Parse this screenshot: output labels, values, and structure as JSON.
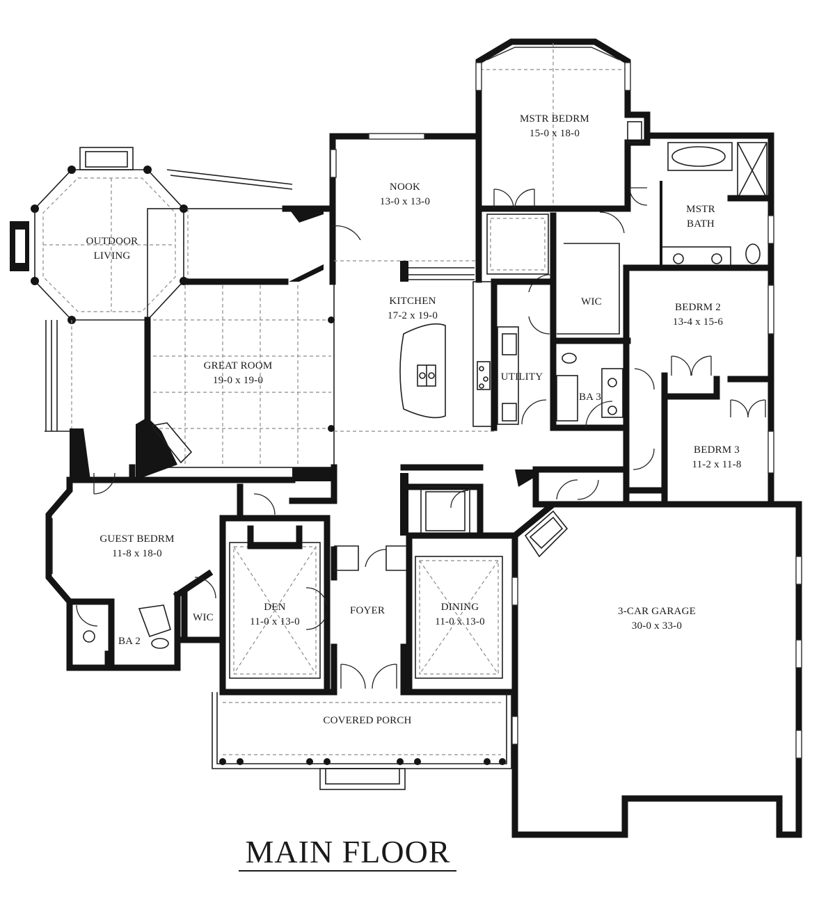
{
  "title": "MAIN FLOOR",
  "rooms": {
    "outdoor_living": {
      "name_line1": "OUTDOOR",
      "name_line2": "LIVING"
    },
    "nook": {
      "name": "NOOK",
      "size": "13-0 x 13-0"
    },
    "mstr_bedrm": {
      "name": "MSTR BEDRM",
      "size": "15-0 x 18-0"
    },
    "mstr_bath": {
      "name_line1": "MSTR",
      "name_line2": "BATH"
    },
    "kitchen": {
      "name": "KITCHEN",
      "size": "17-2 x 19-0"
    },
    "wic_master": {
      "name": "WIC"
    },
    "bedrm2": {
      "name": "BEDRM 2",
      "size": "13-4 x 15-6"
    },
    "great_room": {
      "name": "GREAT ROOM",
      "size": "19-0 x 19-0"
    },
    "utility": {
      "name": "UTILITY"
    },
    "ba3": {
      "name": "BA 3"
    },
    "bedrm3": {
      "name": "BEDRM 3",
      "size": "11-2 x 11-8"
    },
    "guest_bedrm": {
      "name": "GUEST BEDRM",
      "size": "11-8 x 18-0"
    },
    "den": {
      "name": "DEN",
      "size": "11-0 x 13-0"
    },
    "foyer": {
      "name": "FOYER"
    },
    "dining": {
      "name": "DINING",
      "size": "11-0 x 13-0"
    },
    "garage": {
      "name": "3-CAR GARAGE",
      "size": "30-0 x 33-0"
    },
    "wic_guest": {
      "name": "WIC"
    },
    "ba2": {
      "name": "BA 2"
    },
    "covered_porch": {
      "name": "COVERED PORCH"
    }
  }
}
